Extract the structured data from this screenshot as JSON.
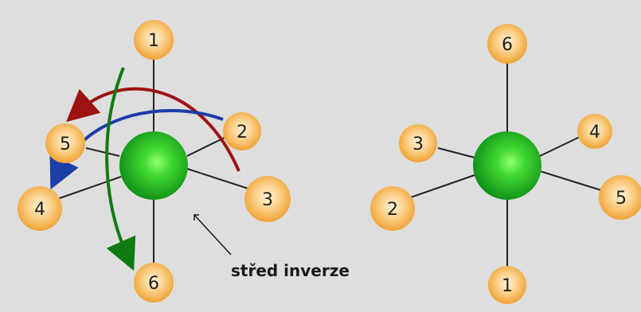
{
  "annotation": {
    "label": "střed inverze"
  },
  "molecules": [
    {
      "name": "before-inversion",
      "ligands": [
        "1",
        "2",
        "3",
        "4",
        "5",
        "6"
      ]
    },
    {
      "name": "after-inversion",
      "ligands": [
        "6",
        "4",
        "5",
        "2",
        "3",
        "1"
      ]
    }
  ],
  "colors": {
    "background": "#dedede",
    "ligand": "#f6a93a",
    "center": "#19b119",
    "arrow_red": "#9e1212",
    "arrow_blue": "#1b3ea8",
    "arrow_green": "#127a12",
    "pointer": "#1a1a1a"
  },
  "icons": [
    "curved-arrow-red",
    "curved-arrow-blue",
    "curved-arrow-green",
    "pointer-arrow"
  ]
}
